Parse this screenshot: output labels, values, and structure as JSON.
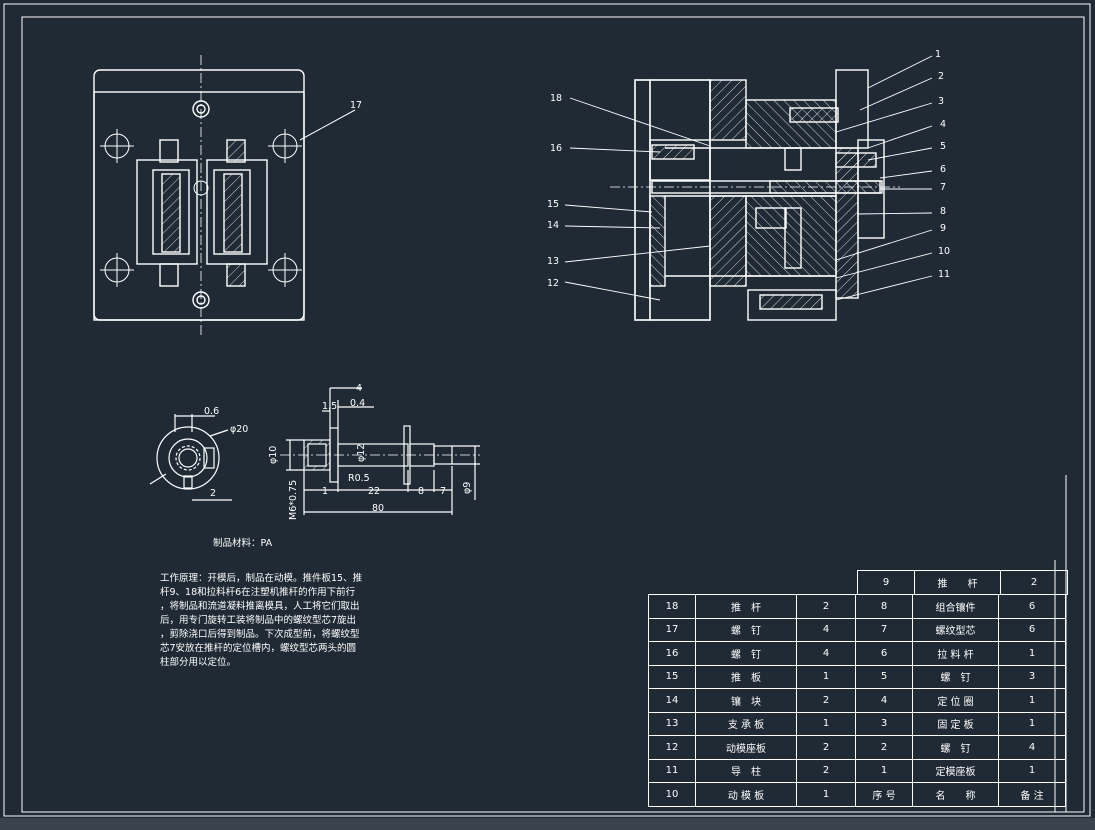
{
  "drawing": {
    "callouts": [
      "1",
      "2",
      "3",
      "4",
      "5",
      "6",
      "7",
      "8",
      "9",
      "10",
      "11",
      "12",
      "13",
      "14",
      "15",
      "16",
      "18"
    ],
    "plan_callout": "17",
    "dims": {
      "d_0_6": "0.6",
      "d_phi20": "φ20",
      "d_2": "2",
      "d_4": "4",
      "d_0_4": "0.4",
      "d_1_5": "1.5",
      "d_phi10": "φ10",
      "d_phi12": "φ12",
      "d_r05": "R0.5",
      "d_m6": "M6*0.75",
      "d_1": "1",
      "d_22": "22",
      "d_8": "8",
      "d_7": "7",
      "d_phi9": "φ9",
      "d_80": "80"
    },
    "material": "制品材料：PA",
    "note_lines": [
      "工作原理：开模后，制品在动模。推件板15、推",
      "杆9、18和拉料杆6在注塑机推杆的作用下前行",
      "，将制品和流道凝料推离模具，人工将它们取出",
      "后，用专门旋转工装将制品中的螺纹型芯7旋出",
      "，剪除浇口后得到制品。下次成型前，将螺纹型",
      "芯7安放在推杆的定位槽内，螺纹型芯两头的圆",
      "柱部分用以定位。"
    ]
  },
  "bom": {
    "top_row": {
      "no": "9",
      "name": "推　　杆",
      "qty": "2"
    },
    "rows": [
      {
        "l_no": "18",
        "l_name": "推　杆",
        "l_qty": "2",
        "r_no": "8",
        "r_name": "组合镶件",
        "r_qty": "6"
      },
      {
        "l_no": "17",
        "l_name": "螺　钉",
        "l_qty": "4",
        "r_no": "7",
        "r_name": "螺纹型芯",
        "r_qty": "6"
      },
      {
        "l_no": "16",
        "l_name": "螺　钉",
        "l_qty": "4",
        "r_no": "6",
        "r_name": "拉 料 杆",
        "r_qty": "1"
      },
      {
        "l_no": "15",
        "l_name": "推　板",
        "l_qty": "1",
        "r_no": "5",
        "r_name": "螺　钉",
        "r_qty": "3"
      },
      {
        "l_no": "14",
        "l_name": "镶　块",
        "l_qty": "2",
        "r_no": "4",
        "r_name": "定 位 圈",
        "r_qty": "1"
      },
      {
        "l_no": "13",
        "l_name": "支 承 板",
        "l_qty": "1",
        "r_no": "3",
        "r_name": "固 定 板",
        "r_qty": "1"
      },
      {
        "l_no": "12",
        "l_name": "动模座板",
        "l_qty": "2",
        "r_no": "2",
        "r_name": "螺　钉",
        "r_qty": "4"
      },
      {
        "l_no": "11",
        "l_name": "导　柱",
        "l_qty": "2",
        "r_no": "1",
        "r_name": "定模座板",
        "r_qty": "1"
      },
      {
        "l_no": "10",
        "l_name": "动 模 板",
        "l_qty": "1",
        "r_no": "序 号",
        "r_name": "名　　称",
        "r_qty": "备 注"
      }
    ]
  },
  "colors": {
    "background": "#1f2a35",
    "lines": "#ffffff"
  }
}
